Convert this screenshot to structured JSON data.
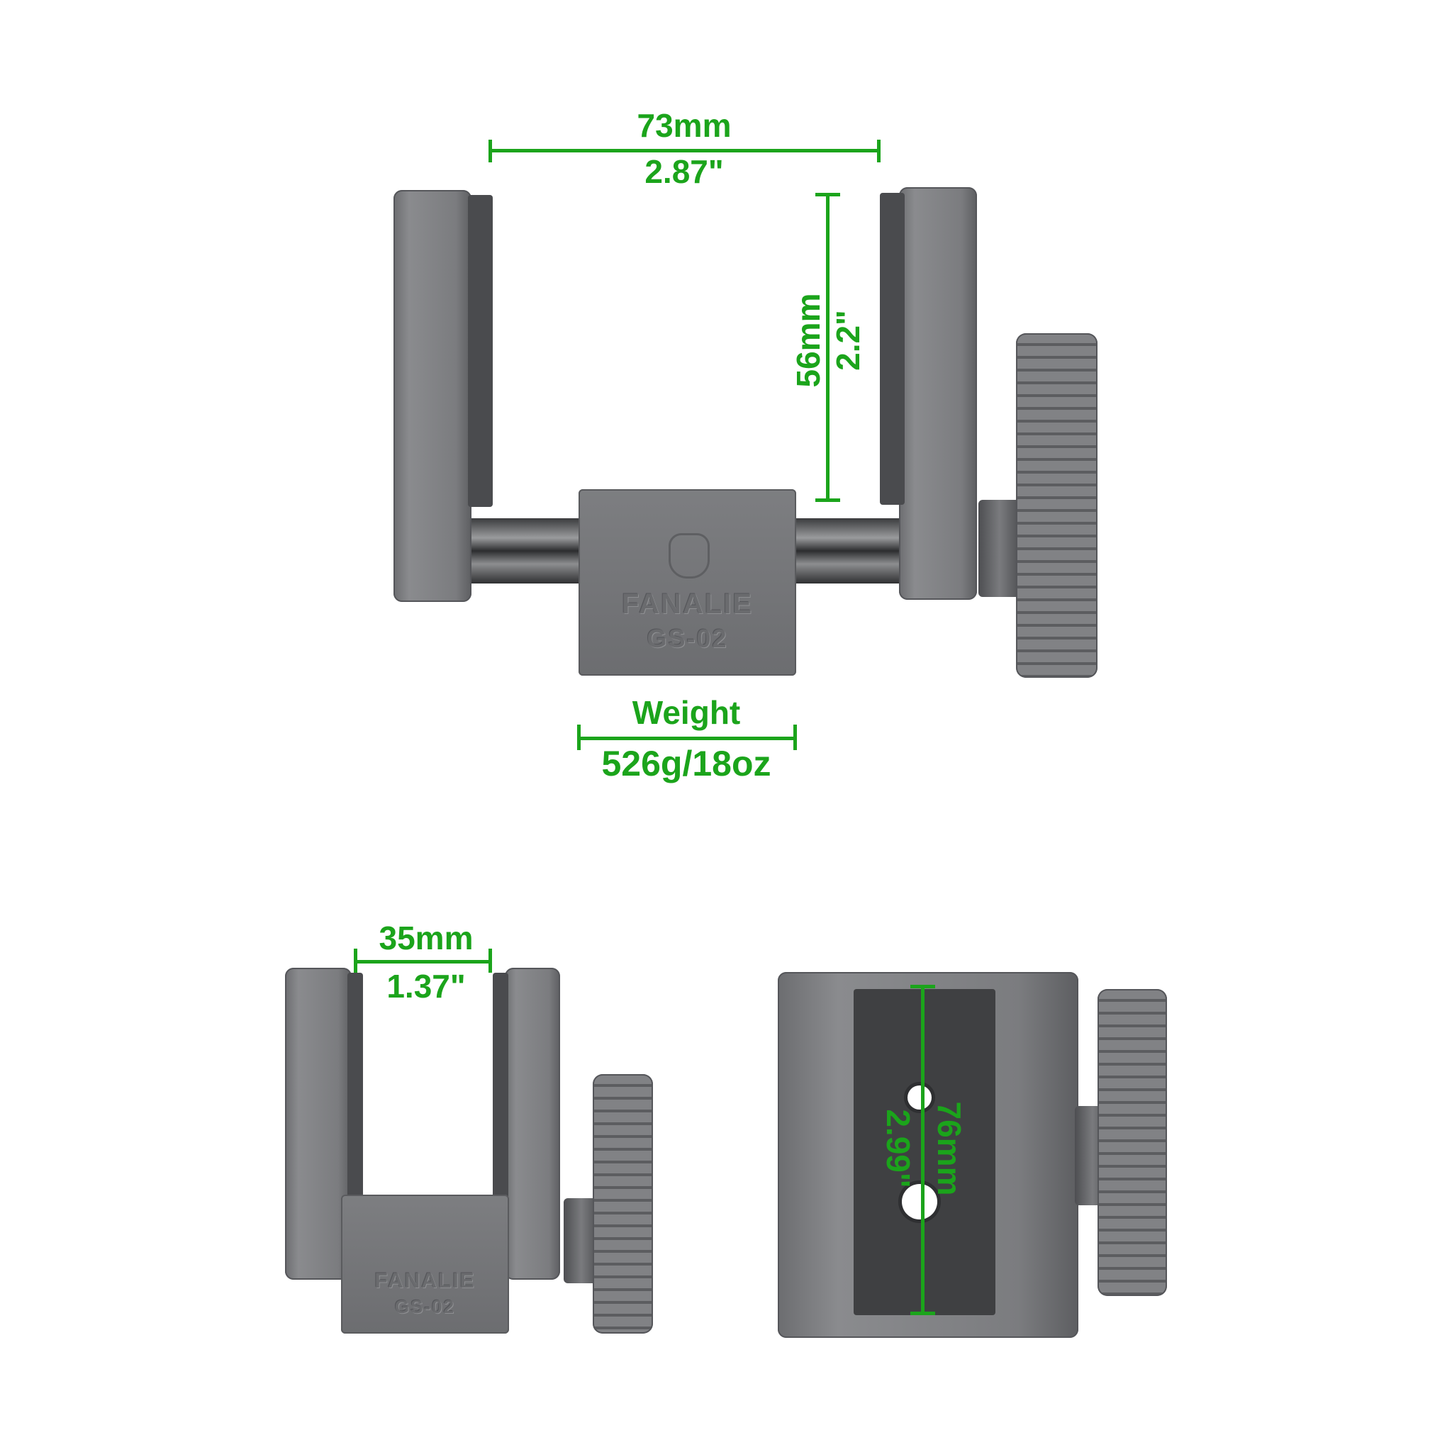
{
  "dimensions": {
    "width_top": {
      "metric": "73mm",
      "imperial": "2.87\""
    },
    "clamp_height": {
      "metric": "56mm",
      "imperial": "2.2\""
    },
    "weight": {
      "label": "Weight",
      "value": "526g/18oz"
    },
    "jaw_gap_min": {
      "metric": "35mm",
      "imperial": "1.37\""
    },
    "plate_length": {
      "metric": "76mm",
      "imperial": "2.99\""
    }
  },
  "product": {
    "brand": "FANALIE",
    "model": "GS-02"
  },
  "colors": {
    "annotation": "#1ba41b",
    "metal": "#7b7c7f"
  }
}
